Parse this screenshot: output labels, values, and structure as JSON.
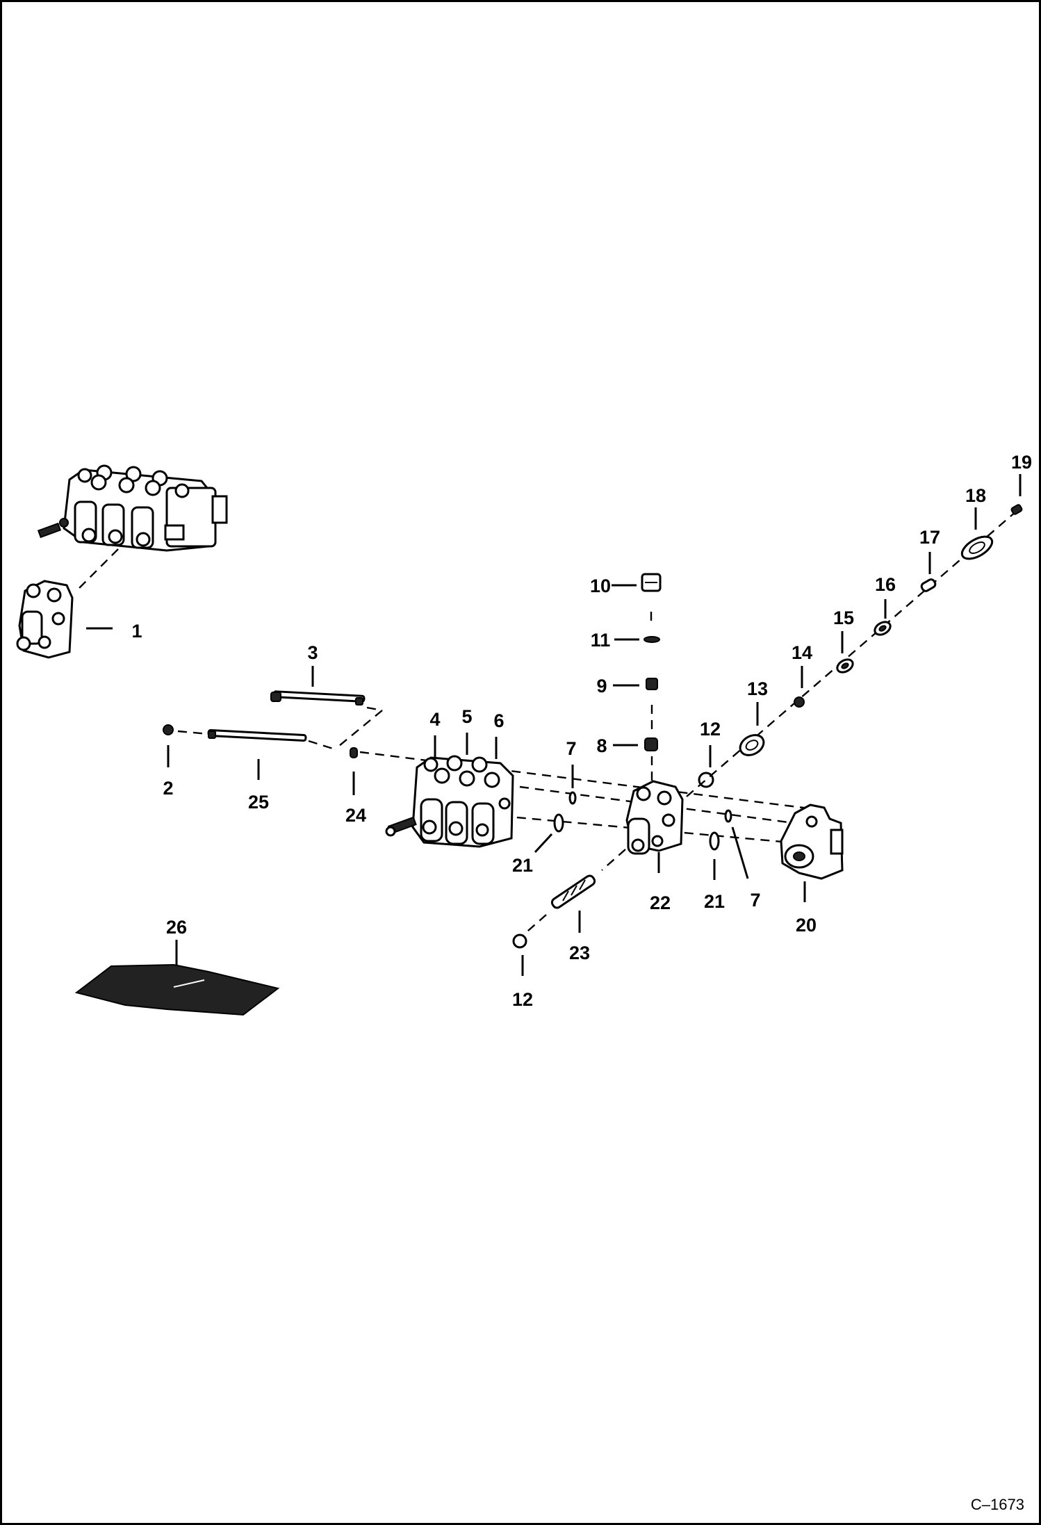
{
  "figure_reference": "C–1673",
  "callouts": {
    "c1": "1",
    "c2": "2",
    "c3": "3",
    "c4": "4",
    "c5": "5",
    "c6": "6",
    "c7a": "7",
    "c7b": "7",
    "c8": "8",
    "c9": "9",
    "c10": "10",
    "c11": "11",
    "c12a": "12",
    "c12b": "12",
    "c13": "13",
    "c14": "14",
    "c15": "15",
    "c16": "16",
    "c17": "17",
    "c18": "18",
    "c19": "19",
    "c20": "20",
    "c21a": "21",
    "c21b": "21",
    "c22": "22",
    "c23": "23",
    "c24": "24",
    "c25": "25",
    "c26": "26"
  }
}
